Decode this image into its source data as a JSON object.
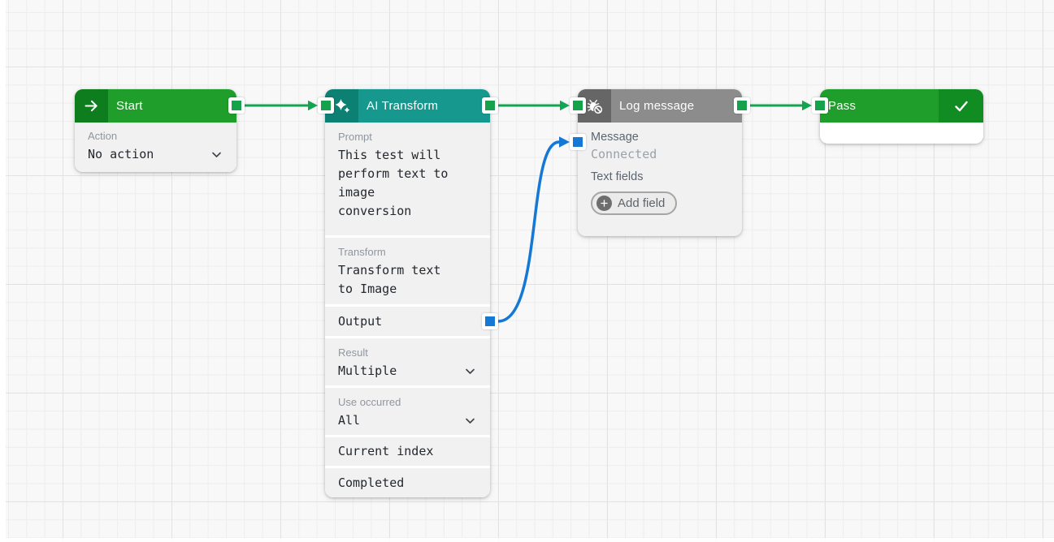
{
  "canvas": {
    "background": "#f8f8f8",
    "grid_minor_color": "#ededed",
    "grid_major_color": "#e2e2e2"
  },
  "connectors": {
    "green": "#12a551",
    "blue": "#1478d4"
  },
  "nodes": {
    "start": {
      "title": "Start",
      "icon": "arrow-right-icon",
      "header_color": "#209e2b",
      "icon_bg": "#0d7d1e",
      "action_label": "Action",
      "action_value": "No action"
    },
    "ai_transform": {
      "title": "AI Transform",
      "icon": "sparkles-icon",
      "header_color": "#16988e",
      "icon_bg": "#0c8073",
      "prompt_label": "Prompt",
      "prompt_value": "This test will\nperform text to\nimage\nconversion",
      "transform_label": "Transform",
      "transform_value": "Transform text\nto Image",
      "output_label": "Output",
      "result_label": "Result",
      "result_value": "Multiple",
      "use_occurred_label": "Use occurred",
      "use_occurred_value": "All",
      "current_index_label": "Current index",
      "completed_label": "Completed"
    },
    "log_message": {
      "title": "Log message",
      "icon": "bug-off-icon",
      "header_color": "#8c8c8c",
      "icon_bg": "#666666",
      "message_label": "Message",
      "message_value": "Connected",
      "text_fields_label": "Text fields",
      "add_field_label": "Add field"
    },
    "pass": {
      "title": "Pass",
      "icon": "check-icon",
      "header_color": "#209e2b",
      "icon_bg": "#108c22"
    }
  }
}
